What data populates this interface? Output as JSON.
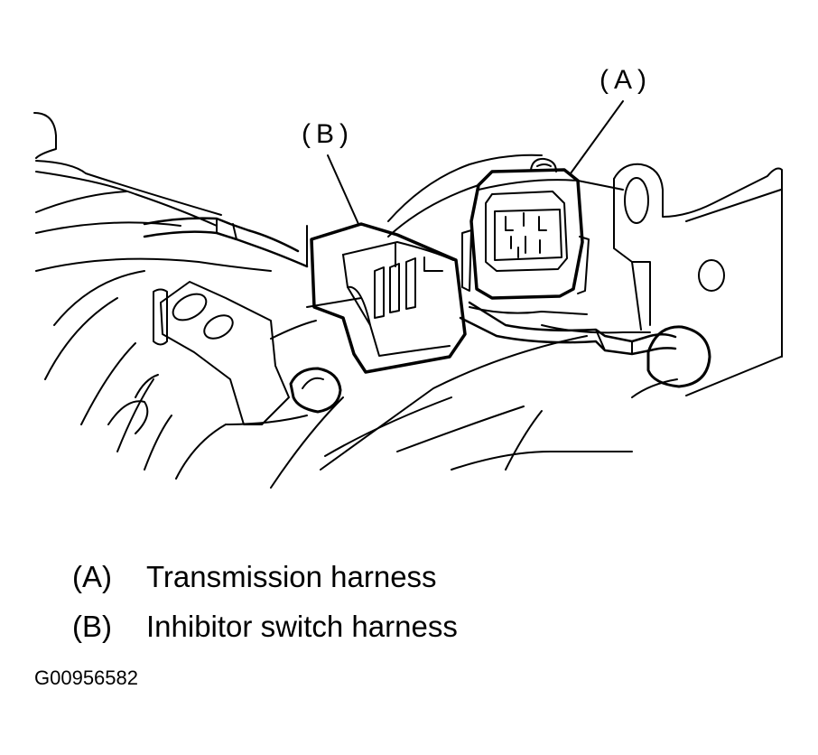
{
  "callouts": {
    "a": "(A)",
    "b": "(B)"
  },
  "legend": [
    {
      "key": "(A)",
      "text": "Transmission harness"
    },
    {
      "key": "(B)",
      "text": "Inhibitor switch harness"
    }
  ],
  "figure_id": "G00956582",
  "colors": {
    "line": "#000000",
    "background": "#ffffff"
  }
}
